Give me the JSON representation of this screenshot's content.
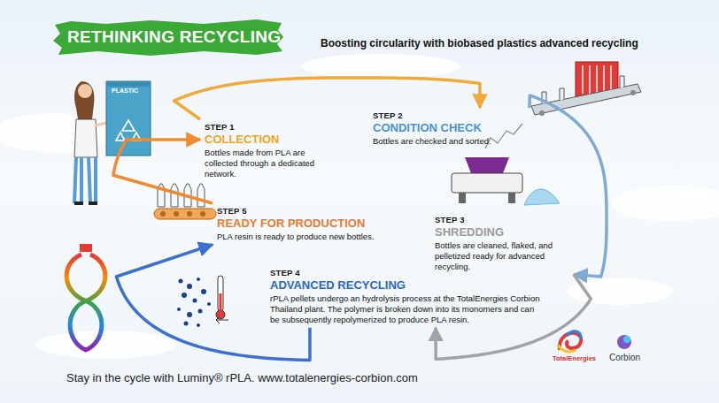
{
  "diagram": {
    "title": "RETHINKING RECYCLING",
    "caption": "Stay in the cycle with Luminy® rPLA. www.totalenergies-corbion.com",
    "nodes": [
      {
        "text": [
          "STEP 1",
          "COLLECTION",
          "Bottles made from PLA are collected through a dedicated network."
        ]
      },
      {
        "text": [
          "STEP 2",
          "CONDITION CHECK",
          "Bottles are checked and sorted."
        ]
      },
      {
        "text": [
          "STEP 3",
          "SHREDDING",
          "Bottles are cleaned, flaked, and pelletized ready for advanced recycling."
        ]
      },
      {
        "text": [
          "STEP 4",
          "ADVANCED RECYCLING",
          "rPLA pellets undergo an hydrolysis process at the TotalEnergies Corbion Thailand plant. The polymer is broken down into its monomers and can be subsequently repolymerized to produce PLA resin."
        ]
      },
      {
        "text": [
          "STEP 5",
          "READY FOR PRODUCTION",
          "PLA resin is ready to produce new bottles."
        ]
      }
    ],
    "edges": [
      {
        "from": 0,
        "to": 1,
        "arrow": "to"
      },
      {
        "from": 1,
        "to": 2,
        "arrow": "to"
      },
      {
        "from": 2,
        "to": 3,
        "arrow": "to"
      },
      {
        "from": 3,
        "to": 4,
        "arrow": "to"
      },
      {
        "from": 4,
        "to": 0,
        "arrow": "to"
      }
    ],
    "labels": [
      "Boosting circularity with biobased plastics advanced recycling",
      "PLASTIC",
      "TotalEnergies",
      "Corbion"
    ]
  }
}
